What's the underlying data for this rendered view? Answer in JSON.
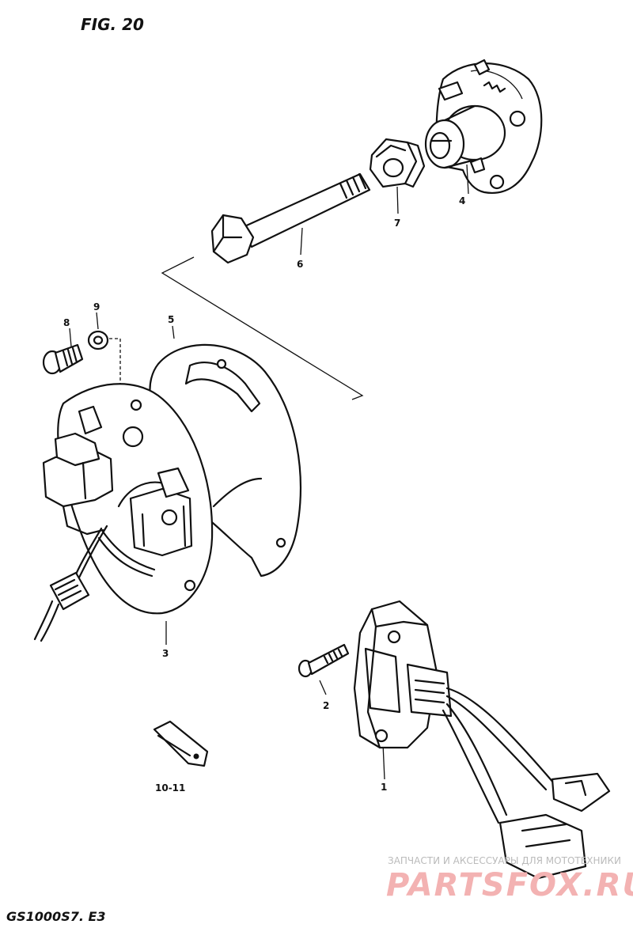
{
  "figure": {
    "title": "FIG. 20",
    "model": "GS1000S7. E3"
  },
  "parts": {
    "p1": "1",
    "p2": "2",
    "p3": "3",
    "p4": "4",
    "p5": "5",
    "p6": "6",
    "p7": "7",
    "p8": "8",
    "p9": "9",
    "p10": "10-11"
  },
  "watermark": {
    "caption": "ЗАПЧАСТИ И АКСЕССУАРЫ ДЛЯ МОТОТЕХНИКИ",
    "logo": "PARTSFOX.RU"
  }
}
